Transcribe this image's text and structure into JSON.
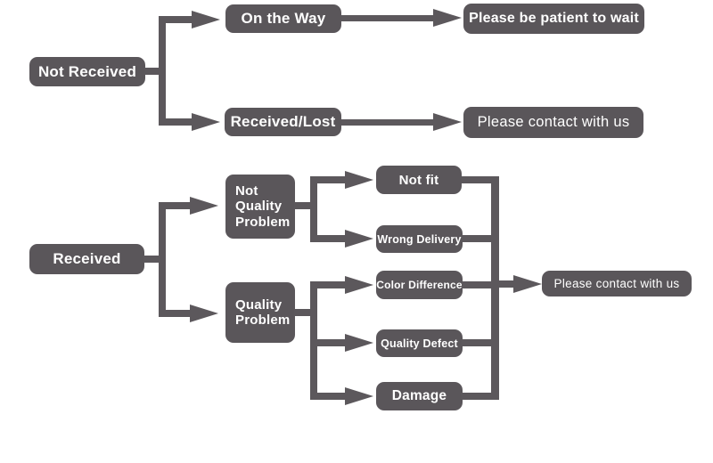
{
  "colors": {
    "box_fill": "#5a565a",
    "connector": "#5c585c",
    "box_text": "#ffffff",
    "background": "#ffffff"
  },
  "nodes": {
    "not_received": "Not Received",
    "on_the_way": "On the Way",
    "received_lost": "Received/Lost",
    "be_patient": "Please be patient to wait",
    "contact_top": "Please contact with us",
    "received": "Received",
    "not_quality_problem": "Not Quality Problem",
    "quality_problem": "Quality Problem",
    "not_fit": "Not fit",
    "wrong_delivery": "Wrong Delivery",
    "color_difference": "Color Difference",
    "quality_defect": "Quality Defect",
    "damage": "Damage",
    "contact_bottom": "Please contact with us"
  },
  "edges": [
    {
      "from": "Not Received",
      "to": "On the Way"
    },
    {
      "from": "Not Received",
      "to": "Received/Lost"
    },
    {
      "from": "On the Way",
      "to": "Please be patient to wait"
    },
    {
      "from": "Received/Lost",
      "to": "Please contact with us"
    },
    {
      "from": "Received",
      "to": "Not Quality Problem"
    },
    {
      "from": "Received",
      "to": "Quality Problem"
    },
    {
      "from": "Not Quality Problem",
      "to": "Not fit"
    },
    {
      "from": "Not Quality Problem",
      "to": "Wrong Delivery"
    },
    {
      "from": "Quality Problem",
      "to": "Color Difference"
    },
    {
      "from": "Quality Problem",
      "to": "Quality Defect"
    },
    {
      "from": "Quality Problem",
      "to": "Damage"
    },
    {
      "from": "Not fit",
      "to": "Please contact with us"
    },
    {
      "from": "Wrong Delivery",
      "to": "Please contact with us"
    },
    {
      "from": "Color Difference",
      "to": "Please contact with us"
    },
    {
      "from": "Quality Defect",
      "to": "Please contact with us"
    },
    {
      "from": "Damage",
      "to": "Please contact with us"
    }
  ]
}
